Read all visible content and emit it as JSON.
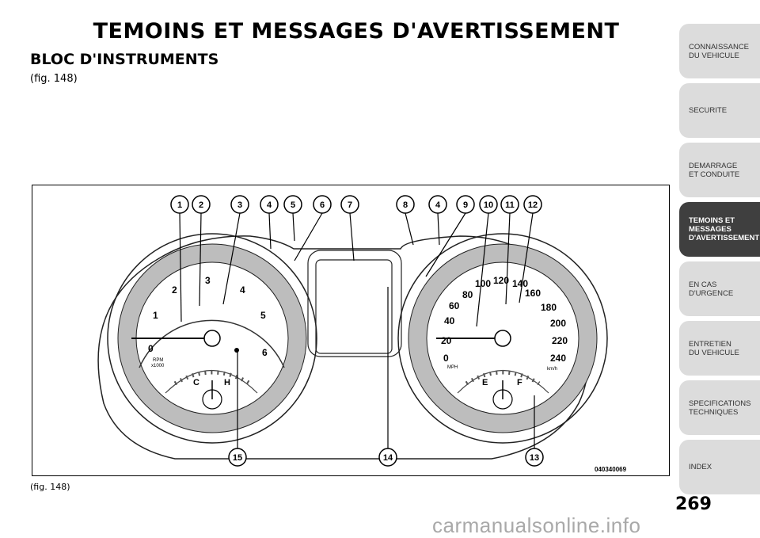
{
  "page": {
    "title": "TEMOINS ET MESSAGES D'AVERTISSEMENT",
    "section_title": "BLOC D'INSTRUMENTS",
    "fig_ref": "(fig. 148)",
    "fig_caption": "(fig. 148)",
    "page_number": "269",
    "watermark": "carmanualsonline.info"
  },
  "figure": {
    "code": "040340069",
    "callouts": [
      "1",
      "2",
      "3",
      "4",
      "5",
      "6",
      "7",
      "8",
      "4",
      "9",
      "10",
      "11",
      "12",
      "15",
      "14",
      "13"
    ],
    "tach": {
      "numbers": [
        "0",
        "1",
        "2",
        "3",
        "4",
        "5",
        "6"
      ],
      "unit_top": "RPM",
      "unit_bottom": "x1000",
      "temp_cold": "C",
      "temp_hot": "H"
    },
    "speedo": {
      "mph": [
        "0",
        "20",
        "40",
        "60",
        "80",
        "100",
        "120",
        "140",
        "160"
      ],
      "kmh": [
        "0",
        "20",
        "40",
        "60",
        "80",
        "100",
        "120",
        "140",
        "160",
        "180",
        "200",
        "220",
        "240"
      ],
      "unit_mph": "MPH",
      "unit_kmh": "km/h",
      "fuel_empty": "E",
      "fuel_full": "F"
    }
  },
  "side_nav": {
    "items": [
      {
        "label": "CONNAISSANCE\nDU VEHICULE",
        "active": false
      },
      {
        "label": "SECURITE",
        "active": false
      },
      {
        "label": "DEMARRAGE\nET CONDUITE",
        "active": false
      },
      {
        "label": "TEMOINS ET\nMESSAGES\nD'AVERTISSEMENT",
        "active": true
      },
      {
        "label": "EN CAS\nD'URGENCE",
        "active": false
      },
      {
        "label": "ENTRETIEN\nDU VEHICULE",
        "active": false
      },
      {
        "label": "SPECIFICATIONS\nTECHNIQUES",
        "active": false
      },
      {
        "label": "INDEX",
        "active": false
      }
    ]
  }
}
